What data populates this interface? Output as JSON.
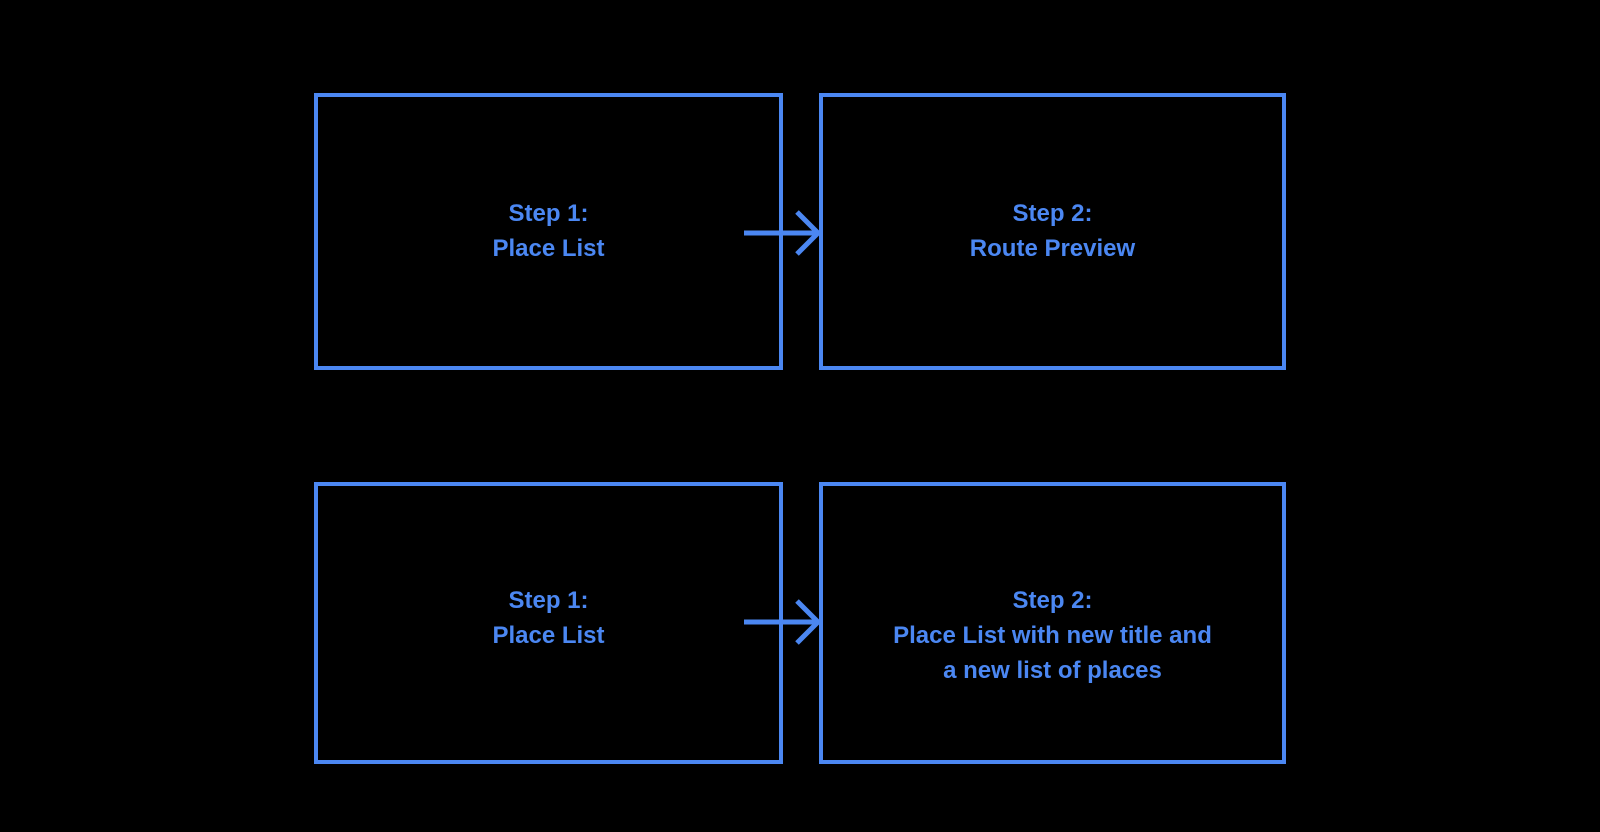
{
  "colors": {
    "background": "#000000",
    "accent_blue": "#4B87F2"
  },
  "diagram": {
    "rows": [
      {
        "boxes": [
          {
            "name": "step1-place-list-top",
            "lines": [
              "Step 1:",
              "Place List"
            ]
          },
          {
            "name": "step2-route-preview",
            "lines": [
              "Step 2:",
              "Route Preview"
            ]
          }
        ],
        "arrow": {
          "icon": "right-arrow-icon",
          "direction": "right",
          "from": "step1-place-list-top",
          "to": "step2-route-preview"
        }
      },
      {
        "boxes": [
          {
            "name": "step1-place-list-bottom",
            "lines": [
              "Step 1:",
              "Place List"
            ]
          },
          {
            "name": "step2-new-place-list",
            "lines": [
              "Step 2:",
              "Place List with new title and",
              "a new list of places"
            ]
          }
        ],
        "arrow": {
          "icon": "right-arrow-icon",
          "direction": "right",
          "from": "step1-place-list-bottom",
          "to": "step2-new-place-list"
        }
      }
    ]
  }
}
